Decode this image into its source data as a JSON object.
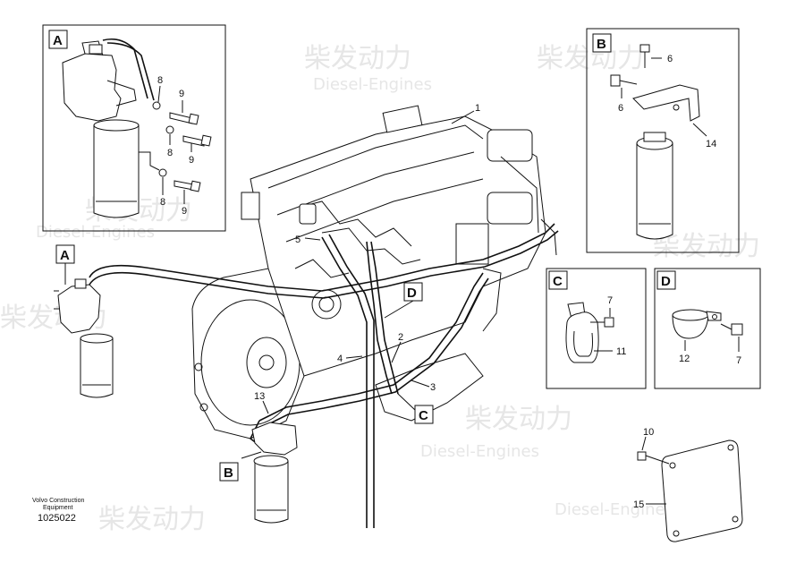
{
  "footer": {
    "line1": "Volvo Construction",
    "line2": "Equipment",
    "number": "1025022"
  },
  "callouts": {
    "A": "A",
    "B": "B",
    "C": "C",
    "D": "D"
  },
  "detail_A": {
    "title": "A",
    "labels": [
      "8",
      "9",
      "8",
      "9",
      "8",
      "9"
    ]
  },
  "detail_B": {
    "title": "B",
    "labels": [
      "6",
      "6",
      "14"
    ]
  },
  "detail_C": {
    "title": "C",
    "labels": [
      "7",
      "11"
    ]
  },
  "detail_D": {
    "title": "D",
    "labels": [
      "12",
      "7"
    ]
  },
  "main_labels": {
    "l1": "1",
    "l2": "2",
    "l3": "3",
    "l4": "4",
    "l5": "5",
    "l13": "13"
  },
  "cover_labels": {
    "l10": "10",
    "l15": "15"
  },
  "watermark": {
    "brand_cn": "柴发动力",
    "brand_en": "Diesel-Engines"
  }
}
